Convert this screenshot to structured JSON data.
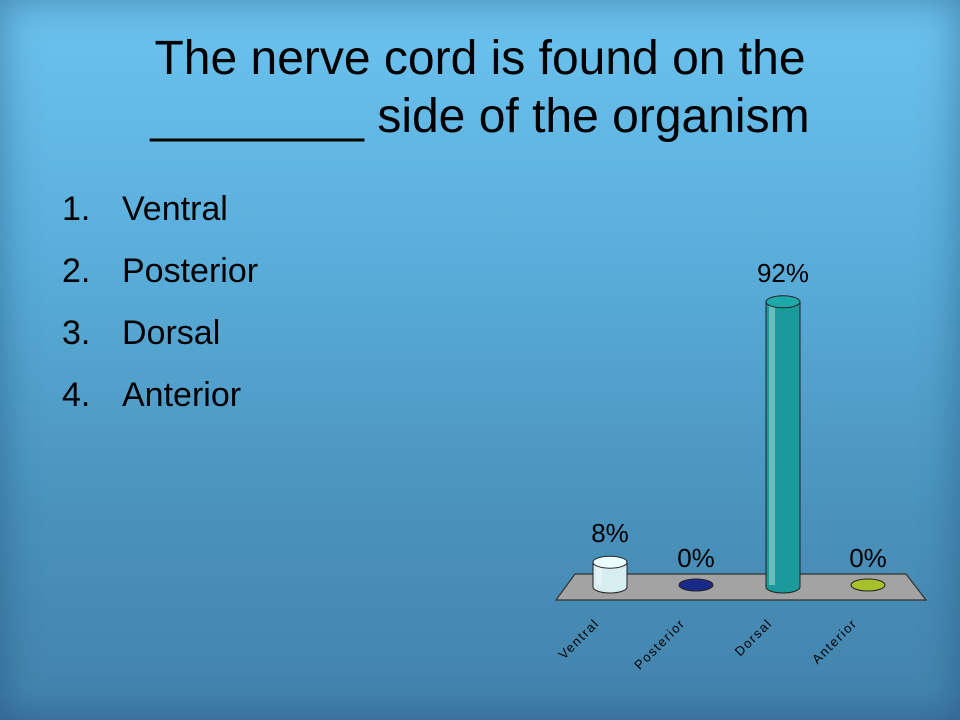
{
  "slide": {
    "title_line1": "The nerve cord is found on the",
    "title_line2": "________ side of the organism",
    "options": [
      {
        "number": "1.",
        "label": "Ventral"
      },
      {
        "number": "2.",
        "label": "Posterior"
      },
      {
        "number": "3.",
        "label": "Dorsal"
      },
      {
        "number": "4.",
        "label": "Anterior"
      }
    ]
  },
  "chart_data": {
    "type": "bar",
    "title": "",
    "xlabel": "",
    "ylabel": "",
    "categories": [
      "Ventral",
      "Posterior",
      "Dorsal",
      "Anterior"
    ],
    "values": [
      8,
      0,
      92,
      0
    ],
    "value_labels": [
      "8%",
      "0%",
      "92%",
      "0%"
    ],
    "ylim": [
      0,
      100
    ],
    "grid": false,
    "legend": "none",
    "colors": {
      "bars": [
        "#d6eef0",
        "#1a2a8a",
        "#1a9a9a",
        "#a6c12a"
      ],
      "floor": "#a3a3a3"
    }
  }
}
